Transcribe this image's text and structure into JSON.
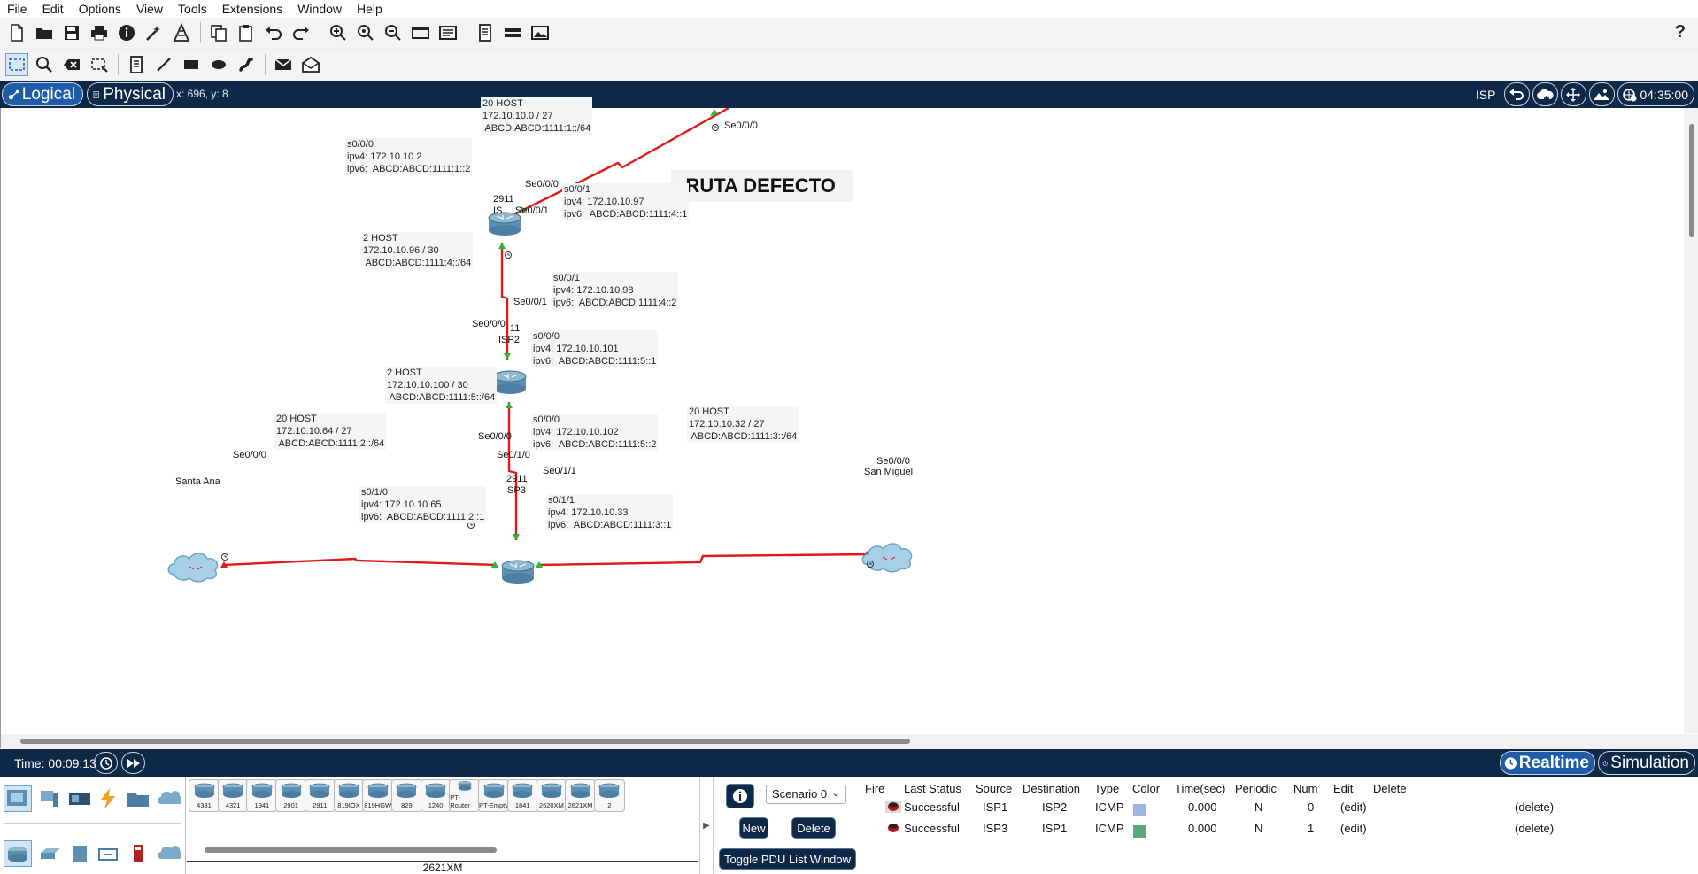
{
  "menu": [
    "File",
    "Edit",
    "Options",
    "View",
    "Tools",
    "Extensions",
    "Window",
    "Help"
  ],
  "help_label": "?",
  "nav": {
    "logical_label": "Logical",
    "physical_label": "Physical",
    "coords": "x: 696, y: 8",
    "location_label": "ISP",
    "clock": "04:35:00"
  },
  "canvas": {
    "title_note": "- RUTA DEFECTO",
    "notes": {
      "net1": "20 HOST\n172.10.10.0 / 27\n ABCD:ABCD:1111:1::/64",
      "isp1_s000": "s0/0/0\nipv4: 172.10.10.2\nipv6:  ABCD:ABCD:1111:1::2",
      "isp1_s001": "s0/0/1\nipv4: 172.10.10.97\nipv6:  ABCD:ABCD:1111:4::1",
      "net2": "2 HOST\n172.10.10.96 / 30\n ABCD:ABCD:1111:4::/64",
      "isp2_s001": "s0/0/1\nipv4: 172.10.10.98\nipv6:  ABCD:ABCD:1111:4::2",
      "isp2_s000": "s0/0/0\nipv4: 172.10.10.101\nipv6:  ABCD:ABCD:1111:5::1",
      "net3": "2 HOST\n172.10.10.100 / 30\n ABCD:ABCD:1111:5::/64",
      "isp3_s000": "s0/0/0\nipv4: 172.10.10.102\nipv6:  ABCD:ABCD:1111:5::2",
      "net4": "20 HOST\n172.10.10.64 / 27\n ABCD:ABCD:1111:2::/64",
      "net5": "20 HOST\n172.10.10.32 / 27\n ABCD:ABCD:1111:3::/64",
      "isp3_s010": "s0/1/0\nipv4: 172.10.10.65\nipv6:  ABCD:ABCD:1111:2::1",
      "isp3_s011": "s0/1/1\nipv4: 172.10.10.33\nipv6:  ABCD:ABCD:1111:3::1"
    },
    "ports": {
      "top_se000": "Se0/0/0",
      "isp1_se000": "Se0/0/0",
      "isp1_se001": "Se0/0/1",
      "isp2_se001": "Se0/0/1",
      "isp2_se000": "Se0/0/0",
      "isp3_se000": "Se0/0/0",
      "isp3_se010": "Se0/1/0",
      "isp3_se011": "Se0/1/1",
      "santaana_se000": "Se0/0/0",
      "sanmiguel_se000": "Se0/0/0"
    },
    "devices": {
      "isp1_model": "2911",
      "isp1_name": "IS",
      "isp2_model": "11",
      "isp2_name": "ISP2",
      "isp3_model": "2911",
      "isp3_name": "ISP3",
      "santa_ana": "Santa Ana",
      "san_miguel": "San Miguel"
    }
  },
  "timebar": {
    "time": "Time: 00:09:13",
    "realtime_label": "Realtime",
    "simulation_label": "Simulation"
  },
  "device_list": {
    "items": [
      "4331",
      "4321",
      "1941",
      "2901",
      "2911",
      "819IOX",
      "819HGW",
      "829",
      "1240",
      "PT-Router",
      "PT-Empty",
      "1841",
      "2620XM",
      "2621XM",
      "2"
    ],
    "selected_name": "2621XM"
  },
  "scenario": {
    "info_icon": "i",
    "selected": "Scenario 0",
    "new_label": "New",
    "delete_label": "Delete",
    "toggle_label": "Toggle PDU List Window"
  },
  "pdu_table": {
    "headers": [
      "Fire",
      "Last Status",
      "Source",
      "Destination",
      "Type",
      "Color",
      "Time(sec)",
      "Periodic",
      "Num",
      "Edit",
      "Delete"
    ],
    "rows": [
      {
        "status": "Successful",
        "source": "ISP1",
        "destination": "ISP2",
        "type": "ICMP",
        "color": "#9fb6e3",
        "time": "0.000",
        "periodic": "N",
        "num": "0",
        "edit": "(edit)",
        "delete": "(delete)"
      },
      {
        "status": "Successful",
        "source": "ISP3",
        "destination": "ISP1",
        "type": "ICMP",
        "color": "#5aa77a",
        "time": "0.000",
        "periodic": "N",
        "num": "1",
        "edit": "(edit)",
        "delete": "(delete)"
      }
    ]
  },
  "colors": {
    "nav_bg": "#0e2847",
    "active_tab": "#1f5ca8",
    "link_red": "#e01a1a",
    "port_green": "#22bb33"
  }
}
